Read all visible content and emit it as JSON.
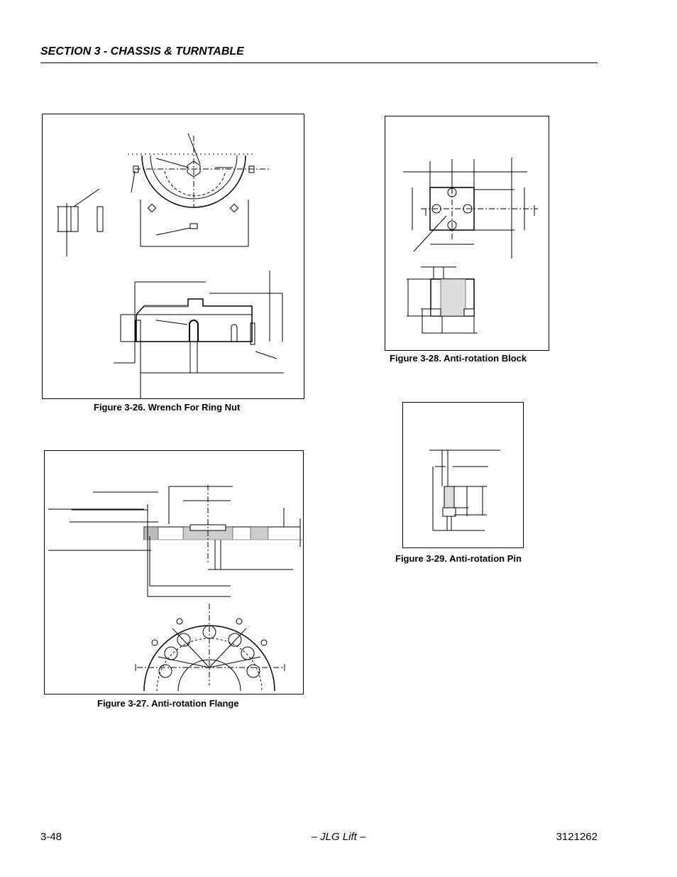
{
  "header": {
    "section_title": "SECTION 3 - CHASSIS & TURNTABLE"
  },
  "figures": [
    {
      "id": "3-26",
      "caption": "Figure 3-26.  Wrench For Ring Nut"
    },
    {
      "id": "3-27",
      "caption": "Figure 3-27.  Anti-rotation Flange"
    },
    {
      "id": "3-28",
      "caption": "Figure 3-28.  Anti-rotation Block"
    },
    {
      "id": "3-29",
      "caption": "Figure 3-29.  Anti-rotation Pin"
    }
  ],
  "footer": {
    "page_number": "3-48",
    "center_text": "– JLG Lift –",
    "doc_number": "3121262"
  }
}
